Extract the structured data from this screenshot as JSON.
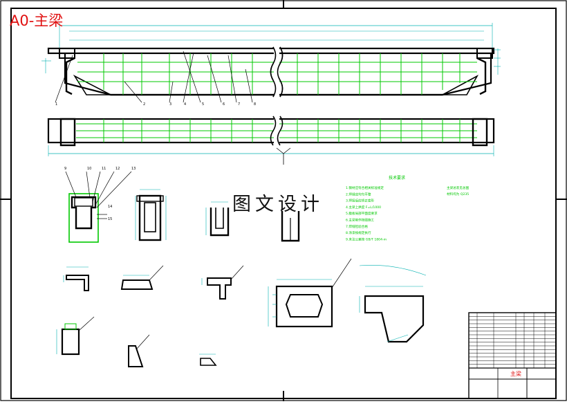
{
  "sheet": {
    "size_label": "A0-主梁",
    "watermark": "图文设计"
  },
  "colors": {
    "outline": "#000000",
    "construction": "#00c800",
    "dimension": "#00c8c8",
    "label_red": "#e01010",
    "note_text": "#00c800"
  },
  "notes": {
    "heading": "技术要求",
    "lines": [
      "1.钢材应符合相关标准规定",
      "2.焊缝应均匀平整",
      "3.焊接后应矫正变形",
      "4.主梁上拱度 F=L/1000",
      "5.腹板局部平面度要求",
      "6.主梁制作按图施工",
      "7.焊缝检验合格",
      "8.涂漆按规定执行",
      "9.未注公差按 GB/T 1804-m"
    ],
    "side_lines": [
      "主梁总装见总图",
      "材料均为 Q235"
    ]
  },
  "part_labels": [
    "1",
    "2",
    "3",
    "4",
    "5",
    "6",
    "7",
    "8",
    "9",
    "10",
    "11",
    "12",
    "13",
    "14",
    "15"
  ],
  "title_block": {
    "drawing_title": "主梁"
  }
}
